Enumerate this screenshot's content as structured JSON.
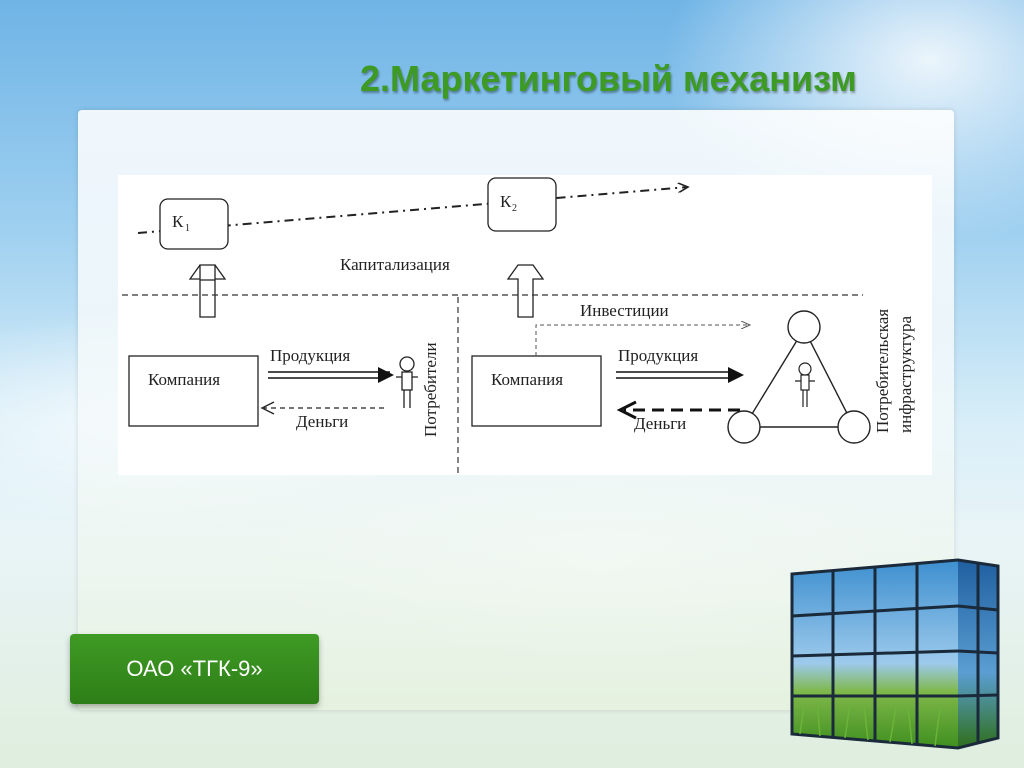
{
  "title": "2.Маркетинговый механизм",
  "footer": {
    "company": "ОАО «ТГК-9»"
  },
  "diagram": {
    "k1": "К",
    "k1_sub": "1",
    "k2": "К",
    "k2_sub": "2",
    "capitalization": "Капитализация",
    "investments": "Инвестиции",
    "left": {
      "company": "Компания",
      "products": "Продукция",
      "money": "Деньги",
      "consumers": "Потребители"
    },
    "right": {
      "company": "Компания",
      "products": "Продукция",
      "money": "Деньги",
      "infrastructure_line1": "Потребительская",
      "infrastructure_line2": "инфраструктура"
    }
  },
  "colors": {
    "title": "#3d9a22",
    "footer_button": "#3a9421",
    "diagram_line": "#222222"
  }
}
